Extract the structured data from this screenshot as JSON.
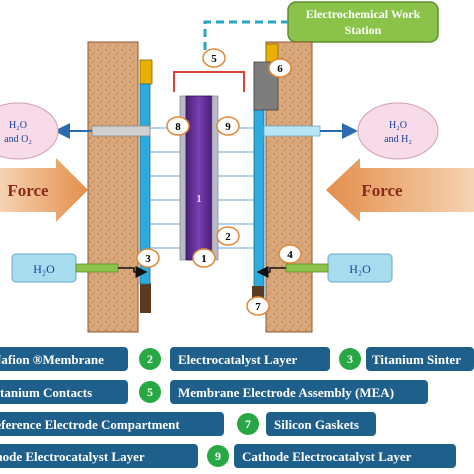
{
  "station": {
    "line1": "Electrochemical Work",
    "line2": "Station"
  },
  "callouts": {
    "n1": "1",
    "n2": "2",
    "n3": "3",
    "n4": "4",
    "n5": "5",
    "n6": "6",
    "n7": "7",
    "n8": "8",
    "n9": "9",
    "center": "1"
  },
  "gas": {
    "left": {
      "line1": "H₂O",
      "line2": "and O₂"
    },
    "right": {
      "line1": "H₂O",
      "line2": "and H₂"
    }
  },
  "force": {
    "left": "Force",
    "right": "Force"
  },
  "water": {
    "left": "H₂O",
    "right": "H₂O"
  },
  "legend": {
    "r1": {
      "a": "Nafion ®Membrane",
      "b": "Electrocatalyst Layer",
      "c": "Titanium Sinter"
    },
    "r2": {
      "a": "Titanium Contacts",
      "b": "Membrane Electrode Assembly (MEA)"
    },
    "r3": {
      "a": "Reference Electrode Compartment",
      "b": "Silicon Gaskets"
    },
    "r4": {
      "a": "Anode Electrocatalyst Layer",
      "b": "Cathode Electrocatalyst Layer"
    },
    "nums": {
      "n2": "2",
      "n3": "3",
      "n5": "5",
      "n7": "7",
      "n9": "9"
    }
  },
  "colors": {
    "sinter": "#d9a77a",
    "contact": "#2eaadc",
    "membrane": "#5c2d8c",
    "force": "#e69a5c",
    "gasket": "#e8b000",
    "legend_box": "#1f5f8b",
    "legend_num": "#27a844",
    "station_box": "#8bc34a",
    "cable": "#2aa6c2"
  }
}
